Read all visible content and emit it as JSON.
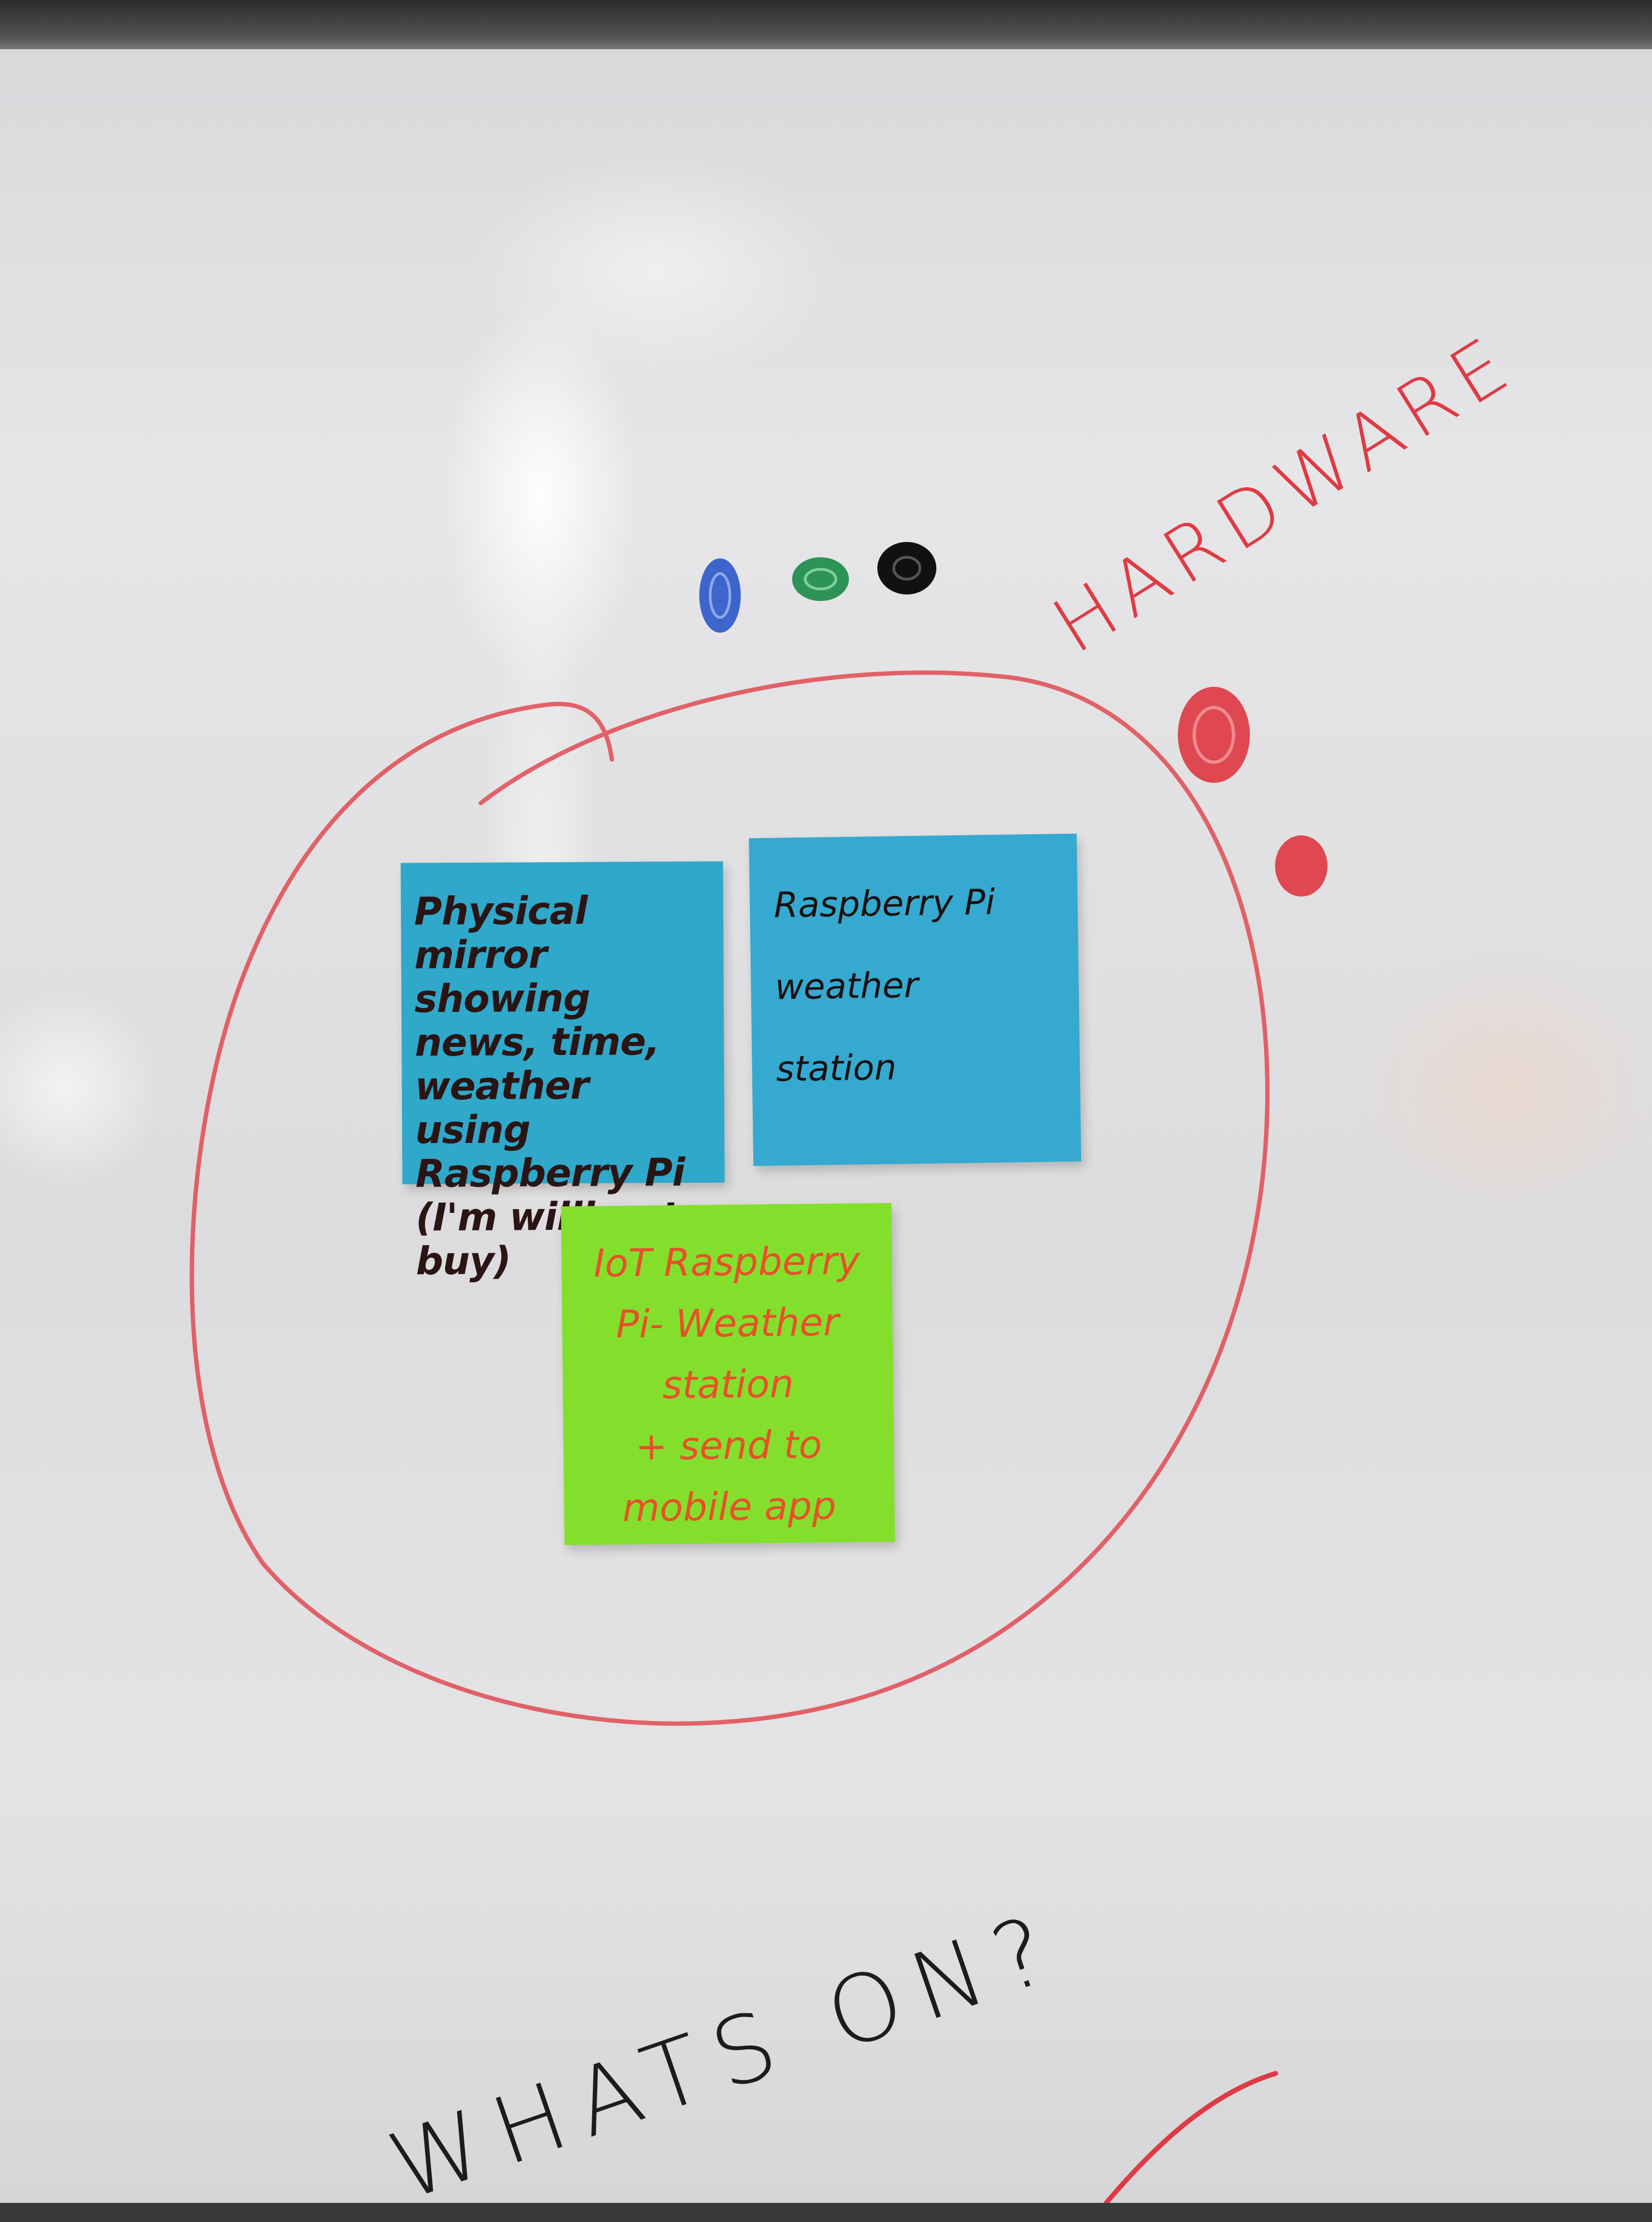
{
  "scene": {
    "board_color": "#e2e2e4",
    "marker_red": "#de3b44",
    "marker_blue": "#2b56c8",
    "marker_green": "#1e8c4a",
    "marker_black": "#111111"
  },
  "labels": {
    "hardware": "HARDWARE",
    "whats_on": "WHATS ON?"
  },
  "notes": [
    {
      "color": "#2fa8c9",
      "text": "Physical\nmirror showing\nnews, time,\nweather using\nRaspberry Pi\n(I'm willing to\nbuy)"
    },
    {
      "color": "#35a9cf",
      "text": "Raspberry Pi\nweather\n      station"
    },
    {
      "color": "#84df2c",
      "text": "IoT Raspberry\nPi- Weather\nstation\n+ send to\n      mobile app"
    }
  ]
}
